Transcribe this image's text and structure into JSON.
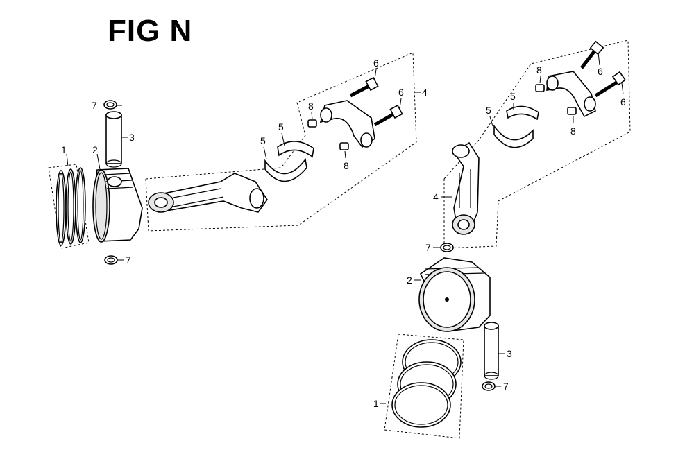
{
  "figure": {
    "title": "FIG N"
  },
  "callouts": {
    "piston_rings": "1",
    "piston": "2",
    "piston_pin": "3",
    "connecting_rod": "4",
    "bearing": "5",
    "bolt": "6",
    "clip": "7",
    "dowel": "8"
  }
}
